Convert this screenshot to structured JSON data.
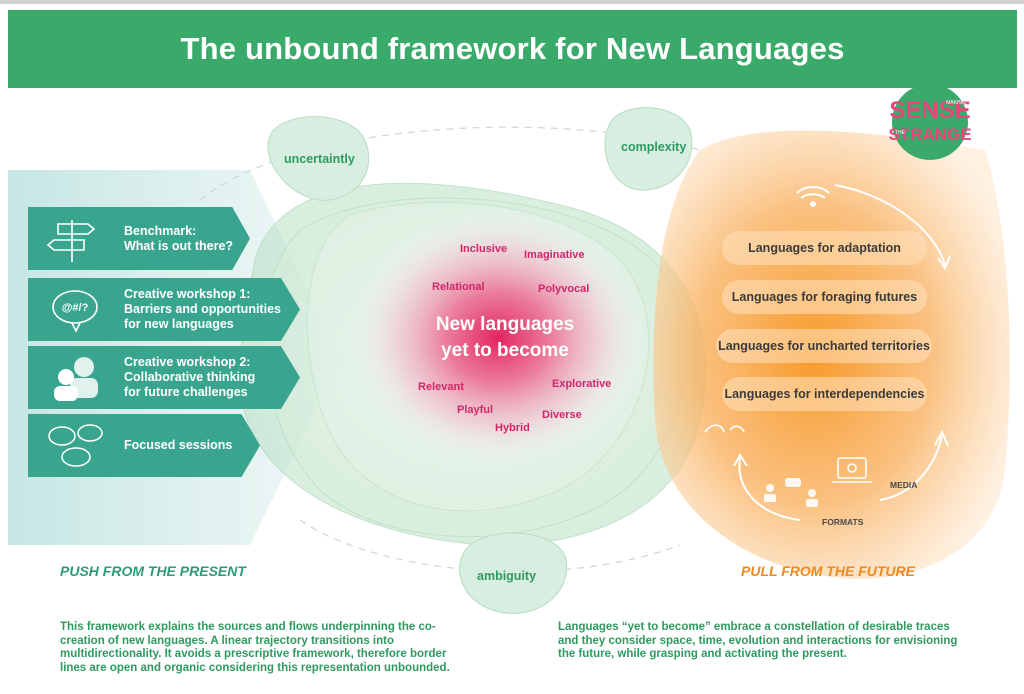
{
  "header": {
    "title": "The unbound framework for New Languages"
  },
  "push": {
    "title": "PUSH FROM THE PRESENT",
    "items": [
      {
        "label": "Benchmark:\nWhat is out there?",
        "icon": "signpost-icon"
      },
      {
        "label": "Creative workshop 1:\nBarriers and opportunities\nfor new languages",
        "icon": "speech-bubble-icon"
      },
      {
        "label": "Creative workshop 2:\nCollaborative thinking\nfor future challenges",
        "icon": "people-icon"
      },
      {
        "label": "Focused sessions",
        "icon": "chat-bubbles-icon"
      }
    ],
    "description": "This framework explains the sources and flows underpinning the co-creation of new languages. A linear trajectory transitions into multidirectionality. It avoids a prescriptive framework, therefore border lines are open and organic considering this representation unbounded."
  },
  "center": {
    "title_line1": "New languages",
    "title_line2": "yet to become",
    "qualities": [
      "Inclusive",
      "Imaginative",
      "Relational",
      "Polyvocal",
      "Relevant",
      "Explorative",
      "Playful",
      "Diverse",
      "Hybrid"
    ]
  },
  "bubbles": {
    "uncertainty": "uncertaintly",
    "complexity": "complexity",
    "ambiguity": "ambiguity"
  },
  "pull": {
    "title": "PULL FROM  THE FUTURE",
    "languages": [
      "Languages for adaptation",
      "Languages for foraging futures",
      "Languages for uncharted territories",
      "Languages for interdependencies"
    ],
    "media_label": "MEDIA",
    "formats_label": "FORMATS",
    "description": "Languages “yet to become” embrace a constellation of desirable traces and they consider space, time, evolution and interactions for envisioning the future, while grasping and activating the present."
  },
  "logo": {
    "text_top": "SENSE",
    "text_bottom": "STRANGE",
    "small1": "MAKING",
    "small2": "THE"
  },
  "colors": {
    "green": "#3aaa6a",
    "teal": "#3aa58f",
    "orange": "#f59b3c",
    "pink": "#d1266a",
    "push_title": "#2e9a7a",
    "pull_title": "#f08a1c"
  }
}
